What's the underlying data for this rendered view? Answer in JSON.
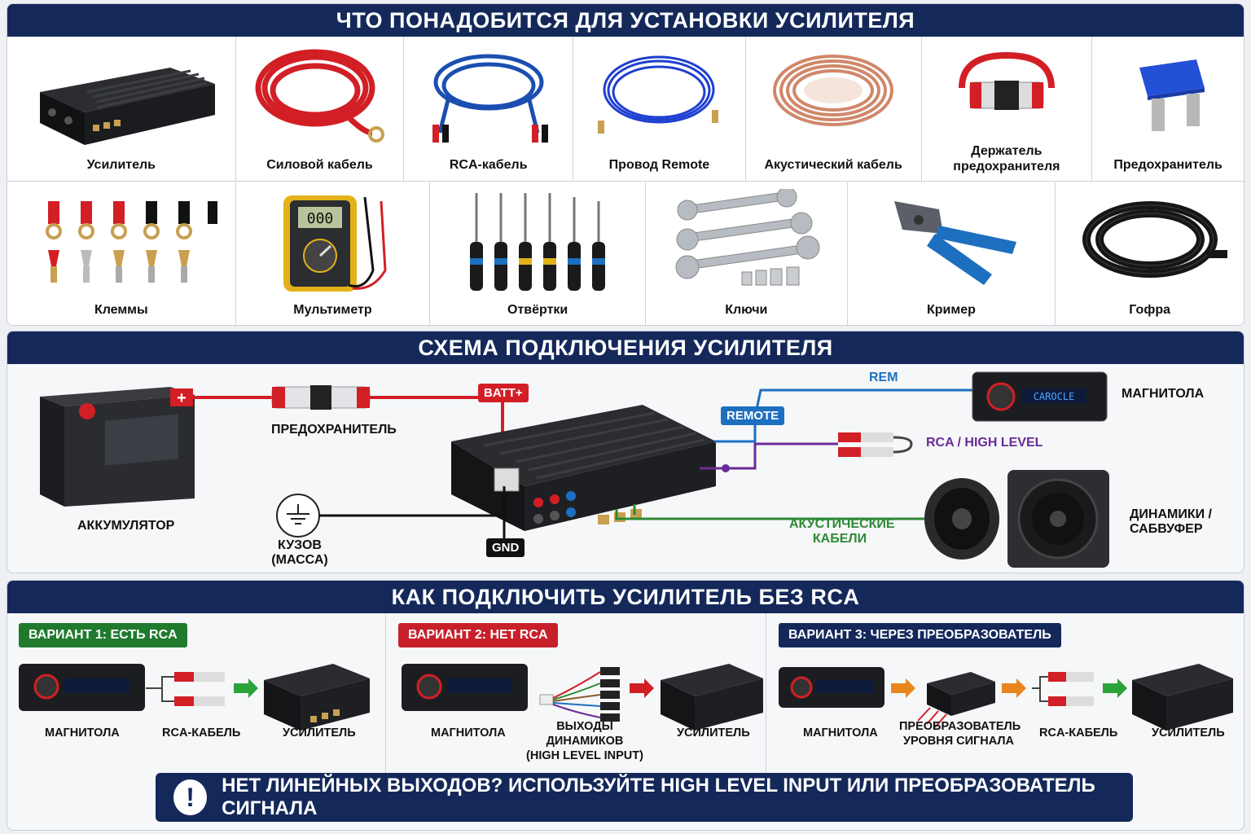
{
  "sections": {
    "tools_title": "ЧТО ПОНАДОБИТСЯ ДЛЯ УСТАНОВКИ УСИЛИТЕЛЯ",
    "wiring_title": "СХЕМА ПОДКЛЮЧЕНИЯ УСИЛИТЕЛЯ",
    "norca_title": "КАК ПОДКЛЮЧИТЬ УСИЛИТЕЛЬ БЕЗ RCA"
  },
  "tools_row1": [
    {
      "label": "Усилитель",
      "icon": "amplifier-icon"
    },
    {
      "label": "Силовой кабель",
      "icon": "power-cable-icon"
    },
    {
      "label": "RCA-кабель",
      "icon": "rca-cable-icon"
    },
    {
      "label": "Провод Remote",
      "icon": "remote-wire-icon"
    },
    {
      "label": "Акустический кабель",
      "icon": "speaker-cable-icon"
    },
    {
      "label": "Держатель предохранителя",
      "icon": "fuse-holder-icon"
    },
    {
      "label": "Предохранитель",
      "icon": "fuse-icon"
    }
  ],
  "tools_row2": [
    {
      "label": "Клеммы",
      "icon": "terminals-icon"
    },
    {
      "label": "Мультиметр",
      "icon": "multimeter-icon"
    },
    {
      "label": "Отвёртки",
      "icon": "screwdrivers-icon"
    },
    {
      "label": "Ключи",
      "icon": "wrenches-icon"
    },
    {
      "label": "Кример",
      "icon": "crimper-icon"
    },
    {
      "label": "Гофра",
      "icon": "corrugated-tube-icon"
    }
  ],
  "wiring": {
    "battery": "АККУМУЛЯТОР",
    "fuse": "ПРЕДОХРАНИТЕЛЬ",
    "batt_tag": "BATT+",
    "gnd_tag": "GND",
    "ground_label_1": "КУЗОВ",
    "ground_label_2": "(МАССА)",
    "remote_tag": "REMOTE",
    "rem_label": "REM",
    "head_unit": "МАГНИТОЛА",
    "head_unit_display": "CAROCLE",
    "rca_label": "RCA / HIGH LEVEL",
    "speaker_cables_1": "АКУСТИЧЕСКИЕ",
    "speaker_cables_2": "КАБЕЛИ",
    "speakers_1": "ДИНАМИКИ /",
    "speakers_2": "САБВУФЕР",
    "plus_sign": "+"
  },
  "variants": [
    {
      "tag": "ВАРИАНТ 1: ЕСТЬ RCA",
      "color": "#1f7a2e",
      "labels": [
        "МАГНИТОЛА",
        "RCA-КАБЕЛЬ",
        "УСИЛИТЕЛЬ"
      ]
    },
    {
      "tag": "ВАРИАНТ 2: НЕТ RCA",
      "color": "#c8202a",
      "labels": [
        "МАГНИТОЛА",
        "ВЫХОДЫ ДИНАМИКОВ",
        "(HIGH LEVEL INPUT)",
        "УСИЛИТЕЛЬ"
      ]
    },
    {
      "tag": "ВАРИАНТ 3: ЧЕРЕЗ ПРЕОБРАЗОВАТЕЛЬ",
      "color": "#14285a",
      "labels": [
        "МАГНИТОЛА",
        "ПРЕОБРАЗОВАТЕЛЬ",
        "УРОВНЯ СИГНАЛА",
        "RCA-КАБЕЛЬ",
        "УСИЛИТЕЛЬ"
      ]
    }
  ],
  "warning": {
    "icon_text": "!",
    "text": "НЕТ ЛИНЕЙНЫХ ВЫХОДОВ? ИСПОЛЬЗУЙТЕ HIGH LEVEL INPUT ИЛИ ПРЕОБРАЗОВАТЕЛЬ СИГНАЛА"
  },
  "colors": {
    "navy": "#14285a",
    "power_red": "#d21f26",
    "remote_blue": "#1d6fc0",
    "rca_purple": "#6a2c96",
    "speaker_green": "#2d8a34",
    "ground_black": "#111111",
    "arrow_green": "#2aa33a",
    "arrow_red": "#d21f26",
    "arrow_orange": "#e8861e"
  }
}
